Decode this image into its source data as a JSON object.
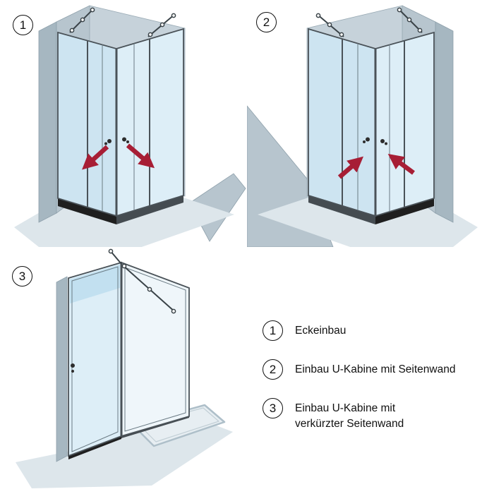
{
  "figures": [
    {
      "number": "1",
      "name": "Eckeinbau"
    },
    {
      "number": "2",
      "name": "Einbau U-Kabine mit Seitenwand"
    },
    {
      "number": "3",
      "name": "Einbau U-Kabine mit verkürzter Seitenwand"
    }
  ],
  "legend": {
    "items": [
      {
        "number": "1",
        "label": "Eckeinbau"
      },
      {
        "number": "2",
        "label": "Einbau U-Kabine mit Seitenwand"
      },
      {
        "number": "3",
        "label": "Einbau U-Kabine mit\nverkürzter Seitenwand"
      }
    ]
  },
  "colors": {
    "wall": "#b7c5ce",
    "wall_dark": "#a6b7c1",
    "wall_light": "#c6d2da",
    "floor": "#dde6eb",
    "glass": "#cde4f1",
    "glass_light": "#ddeef7",
    "frame": "#4a5258",
    "arrow": "#a71e35"
  }
}
